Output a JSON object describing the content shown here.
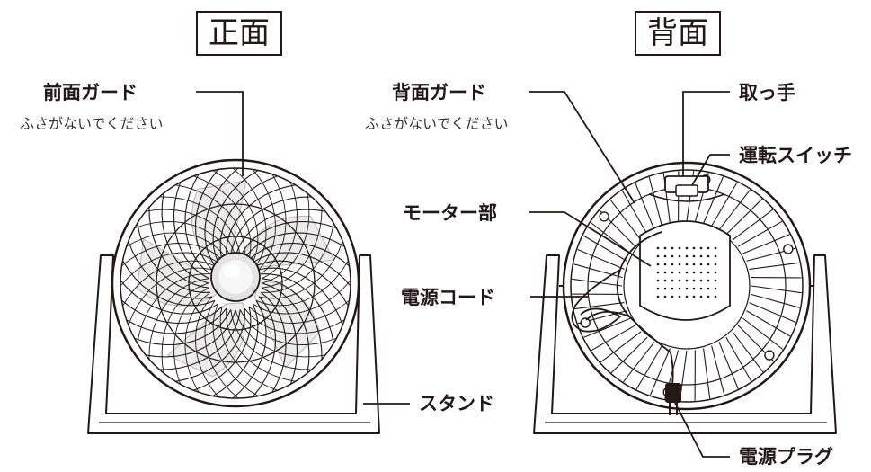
{
  "front": {
    "heading": "正面",
    "front_guard": "前面ガード",
    "guard_note": "ふさがないでください"
  },
  "back": {
    "heading": "背面",
    "rear_guard": "背面ガード",
    "guard_note": "ふさがないでください",
    "handle": "取っ手",
    "switch": "運転スイッチ",
    "motor": "モーター部",
    "cord": "電源コード",
    "plug": "電源プラグ"
  },
  "shared": {
    "stand": "スタンド"
  },
  "colors": {
    "line": "#231815",
    "blade_fill": "#ececec",
    "hub_fill": "#e4e4e4"
  }
}
